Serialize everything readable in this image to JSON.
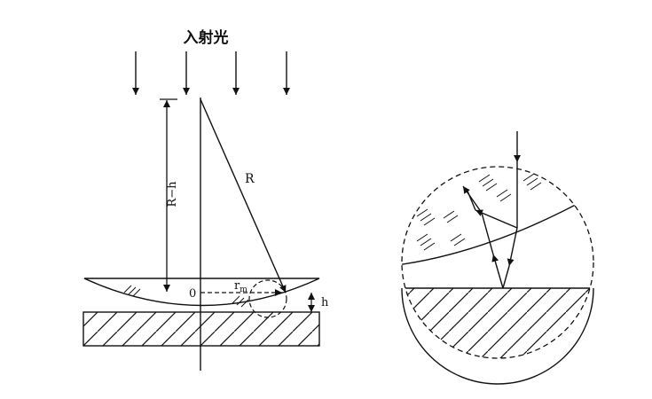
{
  "labels": {
    "incident_light": "入射光",
    "radius": "R",
    "r_minus_h": "R−h",
    "origin": "0",
    "r_m": "r",
    "r_m_sub": "m",
    "gap": "h"
  },
  "colors": {
    "line": "#111111",
    "background": "#ffffff"
  }
}
